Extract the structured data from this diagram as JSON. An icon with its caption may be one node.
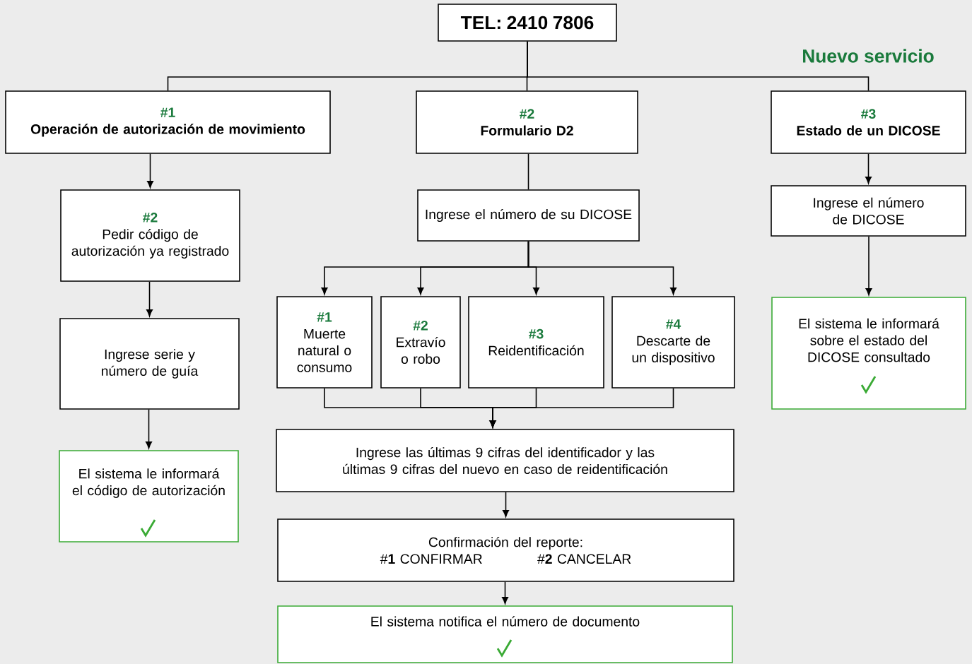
{
  "diagram": {
    "nodes": [
      {
        "text": [
          "TEL: 2410 7806"
        ]
      },
      {
        "text": [
          "#1",
          "Operación de autorización de movimiento"
        ]
      },
      {
        "text": [
          "#2",
          "Formulario D2"
        ]
      },
      {
        "text": [
          "#3",
          "Estado de un DICOSE"
        ]
      },
      {
        "text": [
          "#2",
          "Pedir código de autorización ya registrado"
        ]
      },
      {
        "text": [
          "Ingrese serie y número de guía"
        ]
      },
      {
        "text": [
          "El sistema le informará el código de autorización"
        ]
      },
      {
        "text": [
          "Ingrese el número de su DICOSE"
        ]
      },
      {
        "text": [
          "#1",
          "Muerte natural o consumo"
        ]
      },
      {
        "text": [
          "#2",
          "Extravío o robo"
        ]
      },
      {
        "text": [
          "#3",
          "Reidentificación"
        ]
      },
      {
        "text": [
          "#4",
          "Descarte de un dispositivo"
        ]
      },
      {
        "text": [
          "Ingrese las últimas 9 cifras del identificador y las últimas 9 cifras del nuevo en caso de reidentificación"
        ]
      },
      {
        "text": [
          "Confirmación del reporte:",
          "#**1** CONFIRMAR",
          "#**2** CANCELAR"
        ]
      },
      {
        "text": [
          "El sistema notifica el número de documento"
        ]
      },
      {
        "text": [
          "Ingrese el número de DICOSE"
        ]
      },
      {
        "text": [
          "El sistema le informará sobre el estado del DICOSE consultado"
        ]
      }
    ],
    "edges": [
      {
        "from": 0,
        "to": 1,
        "arrow": "none"
      },
      {
        "from": 0,
        "to": 2,
        "arrow": "none"
      },
      {
        "from": 0,
        "to": 3,
        "arrow": "none"
      },
      {
        "from": 1,
        "to": 4,
        "arrow": "to"
      },
      {
        "from": 4,
        "to": 5,
        "arrow": "to"
      },
      {
        "from": 5,
        "to": 6,
        "arrow": "to"
      },
      {
        "from": 2,
        "to": 7,
        "arrow": "none"
      },
      {
        "from": 7,
        "to": 8,
        "arrow": "to"
      },
      {
        "from": 7,
        "to": 9,
        "arrow": "to"
      },
      {
        "from": 7,
        "to": 10,
        "arrow": "to"
      },
      {
        "from": 7,
        "to": 11,
        "arrow": "to"
      },
      {
        "from": 8,
        "to": 12,
        "arrow": "to"
      },
      {
        "from": 9,
        "to": 12,
        "arrow": "to"
      },
      {
        "from": 10,
        "to": 12,
        "arrow": "to"
      },
      {
        "from": 11,
        "to": 12,
        "arrow": "to"
      },
      {
        "from": 12,
        "to": 13,
        "arrow": "to"
      },
      {
        "from": 13,
        "to": 14,
        "arrow": "to"
      },
      {
        "from": 3,
        "to": 15,
        "arrow": "to"
      },
      {
        "from": 15,
        "to": 16,
        "arrow": "to"
      }
    ],
    "labels": [
      "Nuevo servicio"
    ]
  }
}
